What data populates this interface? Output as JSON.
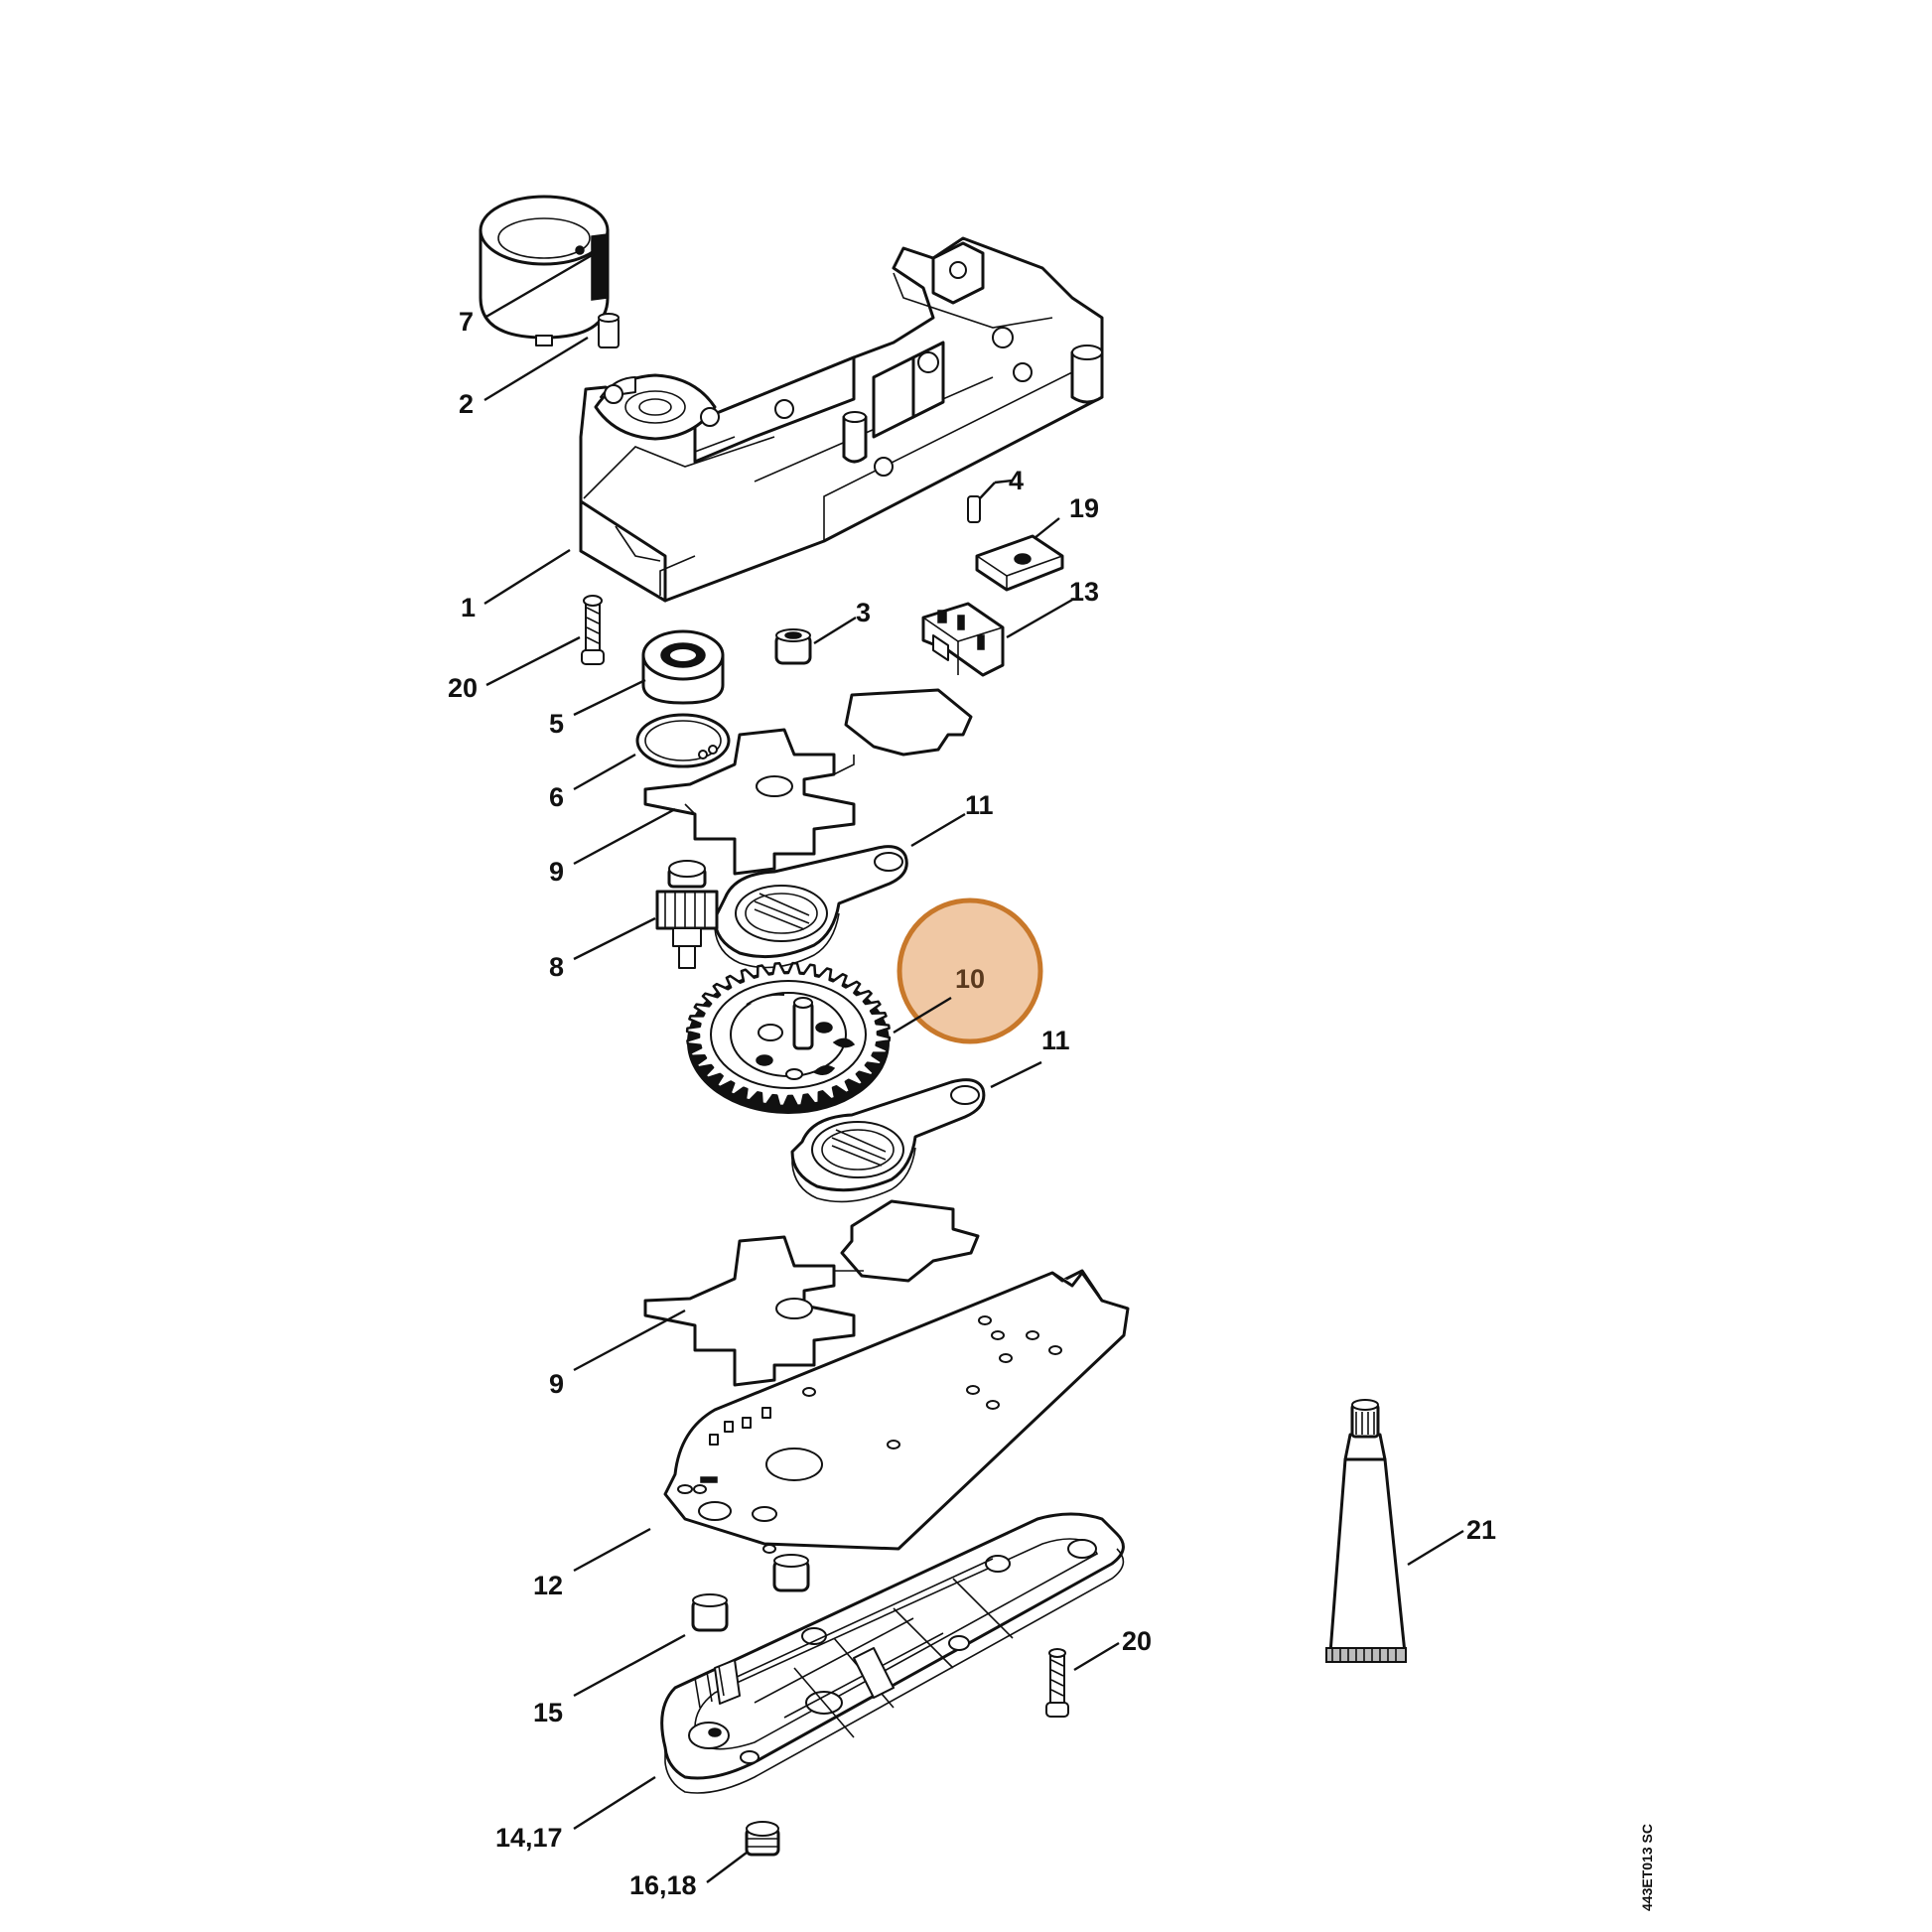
{
  "diagram": {
    "highlight_color": "#f0c8a4",
    "highlight_border": "#c8782a",
    "highlighted_part": "10",
    "drawing_reference": "443ET013 SC",
    "labels": {
      "l7": "7",
      "l2": "2",
      "l1": "1",
      "l4": "4",
      "l19": "19",
      "l13": "13",
      "l3": "3",
      "l20a": "20",
      "l5": "5",
      "l6": "6",
      "l9a": "9",
      "l11a": "11",
      "l8": "8",
      "l10": "10",
      "l11b": "11",
      "l9b": "9",
      "l12": "12",
      "l15": "15",
      "l20b": "20",
      "l21": "21",
      "l1417": "14,17",
      "l1618": "16,18"
    }
  }
}
